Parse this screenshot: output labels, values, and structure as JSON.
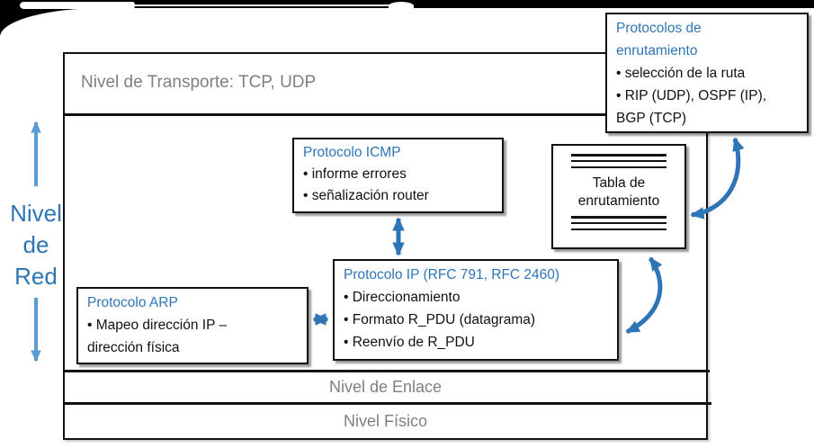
{
  "colors": {
    "accent_blue": "#2E75B6",
    "arrow_light_blue": "#5B9BD5",
    "muted_gray": "#7F7F7F",
    "background": "#000000"
  },
  "side_label": {
    "lines": [
      "Nivel",
      "de",
      "Red"
    ]
  },
  "layer_rows": {
    "transport": "Nivel de Transporte: TCP, UDP",
    "link": "Nivel de Enlace",
    "physical": "Nivel Físico"
  },
  "boxes": {
    "icmp": {
      "title": "Protocolo ICMP",
      "bullets": [
        "informe errores",
        "señalización router"
      ]
    },
    "routing": {
      "title_lines": [
        "Protocolos de",
        "enrutamiento"
      ],
      "bullets": [
        "selección de la ruta",
        "RIP (UDP), OSPF (IP),"
      ],
      "continuation": "BGP (TCP)"
    },
    "routing_table": {
      "label_lines": [
        "Tabla de",
        "enrutamiento"
      ]
    },
    "ip": {
      "title": "Protocolo IP (RFC 791, RFC 2460)",
      "bullets": [
        "Direccionamiento",
        "Formato R_PDU (datagrama)",
        "Reenvío de R_PDU"
      ]
    },
    "arp": {
      "title": "Protocolo ARP",
      "bullets": [
        "Mapeo dirección IP –"
      ],
      "continuation": "dirección física"
    }
  }
}
